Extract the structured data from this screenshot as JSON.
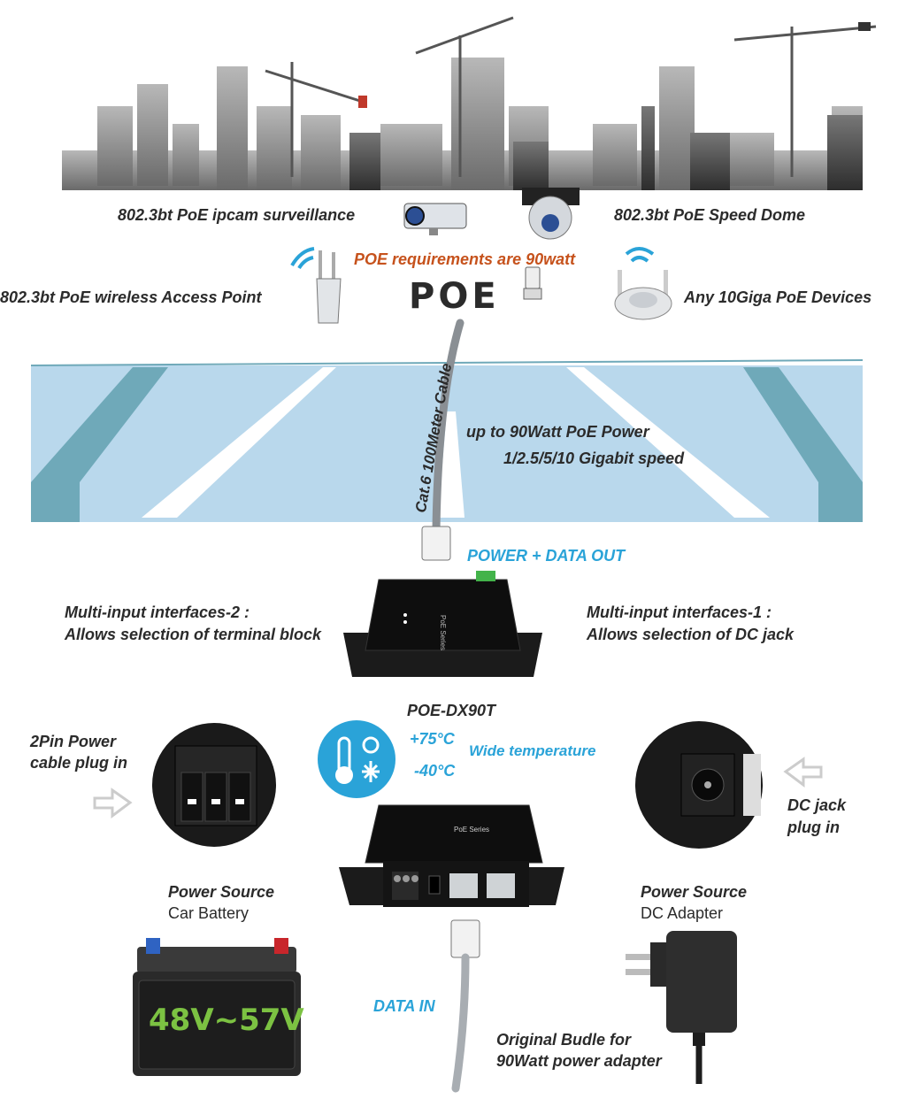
{
  "labels": {
    "ipcam": "802.3bt PoE ipcam surveillance",
    "speed_dome": "802.3bt PoE Speed Dome",
    "poe_requirement": "POE requirements are 90watt",
    "poe_logo": "POE",
    "access_point": "802.3bt PoE wireless Access Point",
    "any_device": "Any 10Giga PoE Devices",
    "cable": "Cat.6  100Meter Cable",
    "power_line1": "up to 90Watt PoE Power",
    "power_line2": "1/2.5/5/10 Gigabit speed",
    "power_data_out": "POWER + DATA OUT",
    "multi2_line1": "Multi-input interfaces-2 :",
    "multi2_line2": "Allows selection of terminal block",
    "multi1_line1": "Multi-input interfaces-1 :",
    "multi1_line2": "Allows selection of DC jack",
    "model": "POE-DX90T",
    "temp_high": "+75°C",
    "temp_low": "-40°C",
    "wide_temp": "Wide temperature",
    "twopin_line1": "2Pin Power",
    "twopin_line2": "cable plug in",
    "dcjack_line1": "DC jack",
    "dcjack_line2": "plug in",
    "src_left_title": "Power Source",
    "src_left_sub": "Car Battery",
    "src_right_title": "Power Source",
    "src_right_sub": "DC Adapter",
    "battery_voltage": "48V~57V",
    "data_in": "DATA IN",
    "adapter_line1": "Original Budle for",
    "adapter_line2": "90Watt power adapter",
    "device_brand": "PoE Series"
  },
  "colors": {
    "accent_blue": "#2aa3d8",
    "accent_orange": "#c6521c",
    "battery_green": "#7cc242",
    "road_blue": "#b9d8ec",
    "road_edge": "#6fa9b9"
  }
}
